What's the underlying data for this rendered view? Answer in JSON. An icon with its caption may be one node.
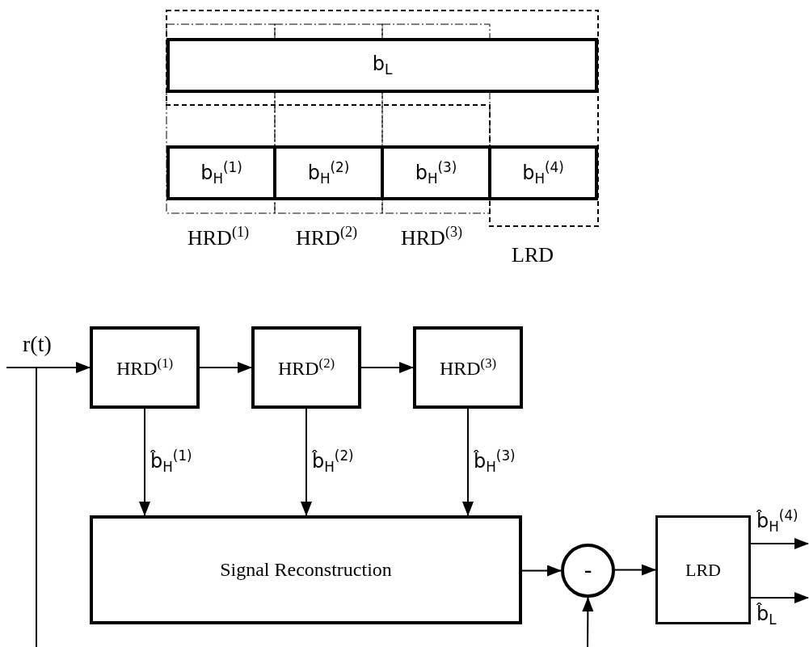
{
  "diagram": {
    "nodes": [
      {
        "text": [
          "b$_{L}$"
        ]
      },
      {
        "text": [
          "b$_{H}$$^{(1)}$"
        ]
      },
      {
        "text": [
          "b$_{H}$$^{(2)}$"
        ]
      },
      {
        "text": [
          "b$_{H}$$^{(3)}$"
        ]
      },
      {
        "text": [
          "b$_{H}$$^{(4)}$"
        ]
      },
      {
        "text": [
          "HRD$^{(1)}$"
        ]
      },
      {
        "text": [
          "HRD$^{(2)}$"
        ]
      },
      {
        "text": [
          "HRD$^{(3)}$"
        ]
      },
      {
        "text": [
          "Signal  Reconstruction"
        ]
      },
      {
        "text": [
          "-"
        ]
      },
      {
        "text": [
          "LRD"
        ]
      }
    ],
    "edges": [
      {
        "from": null,
        "to": 5,
        "arrow": "to",
        "label": "r(t)"
      },
      {
        "from": 5,
        "to": 6,
        "arrow": "to"
      },
      {
        "from": 6,
        "to": 7,
        "arrow": "to"
      },
      {
        "from": 5,
        "to": 8,
        "arrow": "to",
        "label": "b̂$_{H}$$^{(1)}$"
      },
      {
        "from": 6,
        "to": 8,
        "arrow": "to",
        "label": "b̂$_{H}$$^{(2)}$"
      },
      {
        "from": 7,
        "to": 8,
        "arrow": "to",
        "label": "b̂$_{H}$$^{(3)}$"
      },
      {
        "from": 8,
        "to": 9,
        "arrow": "to"
      },
      {
        "from": 9,
        "to": 10,
        "arrow": "to"
      },
      {
        "from": null,
        "to": 9,
        "arrow": "to"
      },
      {
        "from": 10,
        "to": null,
        "arrow": "to",
        "label": "b̂$_{H}$$^{(4)}$"
      },
      {
        "from": 10,
        "to": null,
        "arrow": "to",
        "label": "b̂$_{L}$"
      }
    ],
    "labels": [
      "HRD$^{(1)}$",
      "HRD$^{(2)}$",
      "HRD$^{(3)}$",
      "LRD"
    ]
  }
}
